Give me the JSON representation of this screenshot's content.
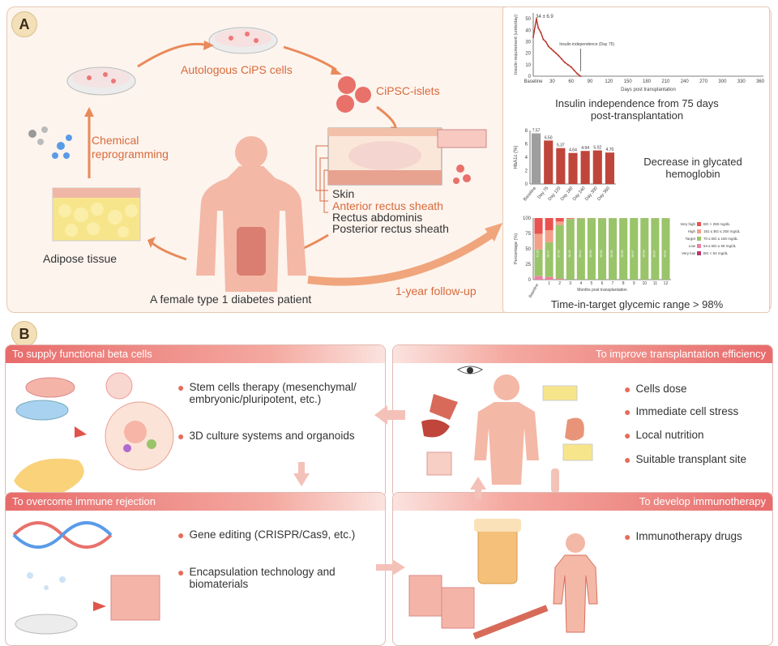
{
  "panel_a": {
    "badge": "A",
    "chips_label": "Autologous CiPS cells",
    "islets_label": "CiPSC-islets",
    "reprogram_label_1": "Chemical",
    "reprogram_label_2": "reprogramming",
    "adipose_label": "Adipose tissue",
    "patient_label": "A female type 1 diabetes patient",
    "followup_label": "1-year follow-up",
    "layers": [
      "Skin",
      "Anterior rectus sheath",
      "Rectus abdominis",
      "Posterior rectus sheath"
    ]
  },
  "side": {
    "chart1_caption_1": "Insulin independence from 75 days",
    "chart1_caption_2": "post-transplantation",
    "chart2_caption_1": "Decrease in glycated",
    "chart2_caption_2": "hemoglobin",
    "chart3_caption": "Time-in-target glycemic range > 98%"
  },
  "chart_data": [
    {
      "type": "line",
      "xlabel": "Days post transplantation",
      "ylabel": "Insulin requirement (units/day)",
      "x_ticks": [
        "Baseline",
        "30",
        "60",
        "90",
        "120",
        "150",
        "180",
        "210",
        "240",
        "270",
        "300",
        "330",
        "360"
      ],
      "y_ticks": [
        "0",
        "10",
        "20",
        "30",
        "40",
        "50"
      ],
      "ylim": [
        0,
        55
      ],
      "xlim": [
        0,
        365
      ],
      "annotation_top": "34 ± 6.9",
      "annotation_mid": "Insulin independence (Day 75)",
      "x": [
        0,
        5,
        8,
        12,
        16,
        20,
        24,
        28,
        32,
        36,
        40,
        45,
        50,
        55,
        60,
        65,
        70,
        75
      ],
      "y": [
        34,
        50,
        42,
        38,
        32,
        30,
        26,
        24,
        22,
        20,
        18,
        15,
        12,
        10,
        8,
        5,
        2,
        0
      ]
    },
    {
      "type": "bar",
      "ylabel": "HbA1c (%)",
      "ylim": [
        0,
        8
      ],
      "y_ticks": [
        "0",
        "2",
        "4",
        "6",
        "8"
      ],
      "categories": [
        "Baseline",
        "Day 75",
        "Day 120",
        "Day 180",
        "Day 240",
        "Day 300",
        "Day 360"
      ],
      "values": [
        7.57,
        6.5,
        5.37,
        4.64,
        4.94,
        5.02,
        4.7
      ],
      "labels": [
        "7.57",
        "6.50",
        "5.37",
        "4.64",
        "4.94",
        "5.02",
        "4.70"
      ],
      "colors": [
        "#9e9e9e",
        "#c0453a",
        "#c0453a",
        "#c0453a",
        "#c0453a",
        "#c0453a",
        "#c0453a"
      ]
    },
    {
      "type": "bar",
      "xlabel": "Months post transplantation",
      "ylabel": "Percentage (%)",
      "y_ticks": [
        "0",
        "25",
        "50",
        "75",
        "100"
      ],
      "categories": [
        "Baseline",
        "1",
        "2",
        "3",
        "4",
        "5",
        "6",
        "7",
        "8",
        "9",
        "10",
        "11",
        "12"
      ],
      "in_target": [
        43.18,
        56.17,
        87.35,
        98.26,
        99.42,
        99.99,
        99.58,
        99.9,
        99.85,
        99.97,
        99.99,
        99.87,
        99.81
      ],
      "in_target_labels": [
        "43.18",
        "56.17",
        "87.35",
        "98.26",
        "99.42",
        "99.99",
        "99.58",
        "99.90",
        "99.85",
        "99.97",
        "99.99",
        "99.87",
        "99.81"
      ],
      "legend": [
        {
          "name": "Very high",
          "range": "BG > 250 mg/dL",
          "color": "#e8524f"
        },
        {
          "name": "High",
          "range": "181 ≤ BG ≤ 250 mg/dL",
          "color": "#f2a08a"
        },
        {
          "name": "Target",
          "range": "70 ≤ BG ≤ 180 mg/dL",
          "color": "#9ac46a"
        },
        {
          "name": "Low",
          "range": "54 ≤ BG ≤ 69 mg/dL",
          "color": "#f07fa0"
        },
        {
          "name": "Very low",
          "range": "BG < 54 mg/dL",
          "color": "#b8376a"
        }
      ]
    }
  ],
  "panel_b": {
    "badge": "B",
    "q1_title": "To supply functional beta cells",
    "q1_items": [
      "Stem cells therapy (mesenchymal/\nembryonic/pluripotent, etc.)",
      "3D culture systems and organoids"
    ],
    "q2_title": "To improve transplantation efficiency",
    "q2_items": [
      "Cells dose",
      "Immediate cell stress",
      "Local nutrition",
      "Suitable transplant site"
    ],
    "q3_title": "To overcome immune rejection",
    "q3_items": [
      "Gene editing (CRISPR/Cas9, etc.)",
      "Encapsulation technology and\nbiomaterials"
    ],
    "q4_title": "To develop immunotherapy",
    "q4_items": [
      "Immunotherapy drugs"
    ]
  }
}
